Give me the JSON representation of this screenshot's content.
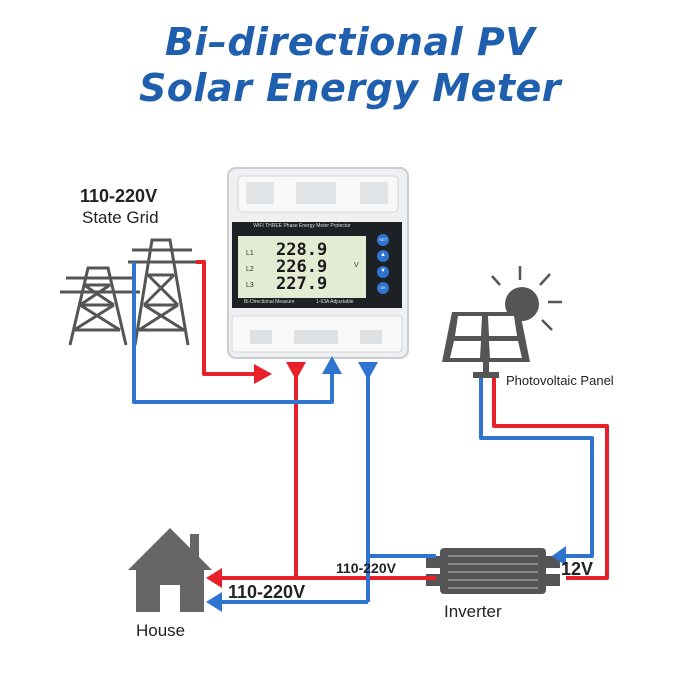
{
  "title": {
    "line1": "Bi–directional PV",
    "line2": "Solar Energy Meter"
  },
  "grid": {
    "voltage": "110-220V",
    "name": "State Grid"
  },
  "meter": {
    "header": "WIFI THREE Phase Energy Meter Protector",
    "row_labels": [
      "L1",
      "L2",
      "L3"
    ],
    "readings": [
      "228.9",
      "226.9",
      "227.9"
    ],
    "unit": "V",
    "footer_left": "Bi-Directional Measure",
    "footer_right": "1-63A Adjustable",
    "buttons": [
      "SET",
      "▲",
      "▼",
      "OK"
    ]
  },
  "pv_panel": {
    "label": "Photovoltaic Panel"
  },
  "inverter": {
    "label": "Inverter",
    "ac_voltage": "110-220V",
    "dc_voltage": "12V"
  },
  "house": {
    "label": "House",
    "voltage": "110-220V"
  },
  "colors": {
    "title": "#1f5fae",
    "live_wire": "#e8202a",
    "neutral_wire": "#2f74d0"
  }
}
